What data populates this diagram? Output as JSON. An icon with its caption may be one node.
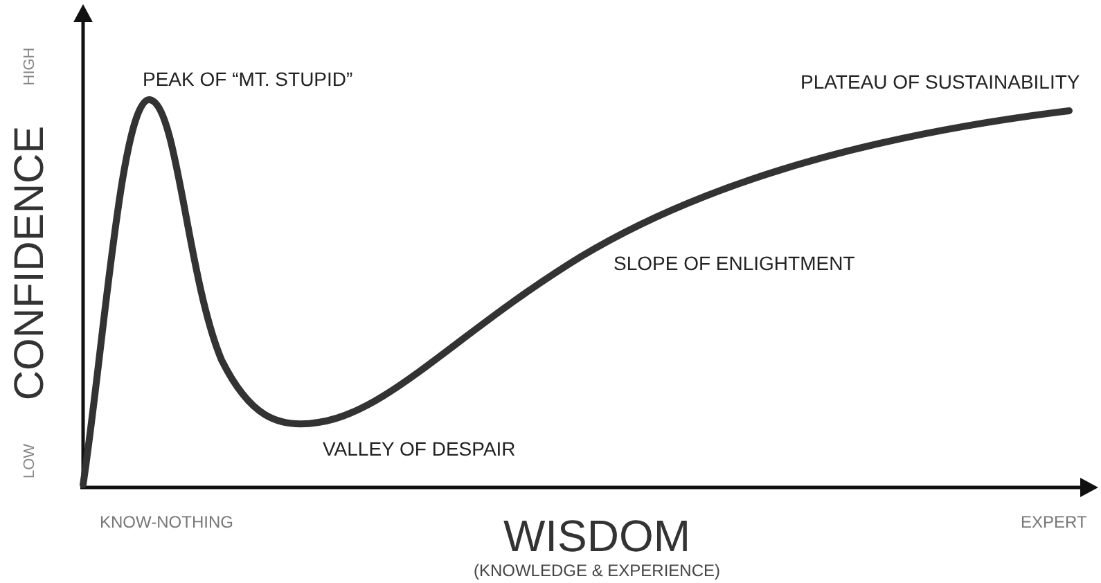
{
  "diagram": {
    "labels": [
      "HIGH",
      "CONFIDENCE",
      "LOW",
      "PEAK OF “MT. STUPID”",
      "PLATEAU OF SUSTAINABILITY",
      "SLOPE OF ENLIGHTMENT",
      "VALLEY OF DESPAIR",
      "KNOW-NOTHING",
      "WISDOM",
      "EXPERT",
      "(KNOWLEDGE & EXPERIENCE)"
    ]
  }
}
